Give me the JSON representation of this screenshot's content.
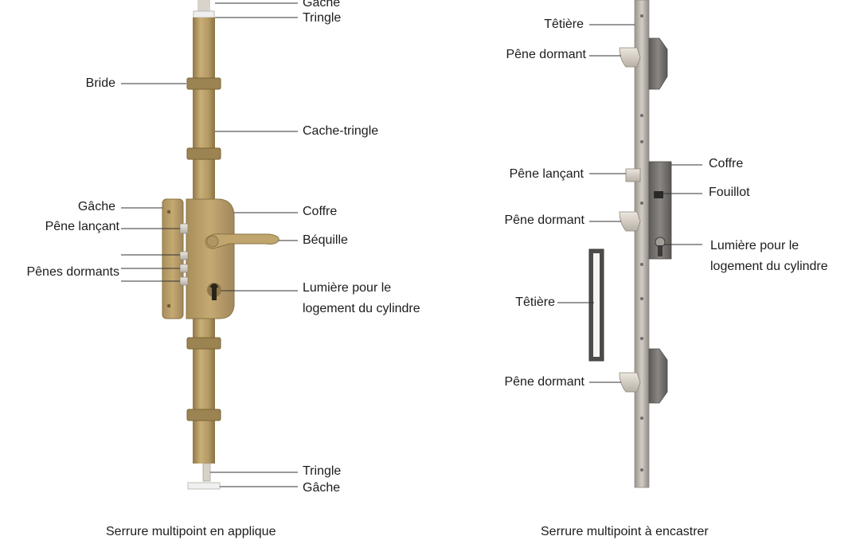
{
  "left_panel": {
    "caption": "Serrure multipoint en applique",
    "labels": {
      "gache_top": "Gâche",
      "tringle_top": "Tringle",
      "bride": "Bride",
      "cache_tringle": "Cache-tringle",
      "gache_side": "Gâche",
      "pene_lancant": "Pêne lançant",
      "penes_dormants": "Pênes dormants",
      "coffre": "Coffre",
      "bequille": "Béquille",
      "lumiere_line1": "Lumière pour le",
      "lumiere_line2": "logement du cylindre",
      "tringle_bottom": "Tringle",
      "gache_bottom": "Gâche"
    }
  },
  "right_panel": {
    "caption": "Serrure multipoint à encastrer",
    "labels": {
      "tetiere_top": "Têtière",
      "pene_dormant_top": "Pêne dormant",
      "pene_lancant": "Pêne lançant",
      "pene_dormant_mid": "Pêne dormant",
      "tetiere_mid": "Têtière",
      "pene_dormant_bottom": "Pêne dormant",
      "coffre": "Coffre",
      "fouillot": "Fouillot",
      "lumiere_line1": "Lumière pour le",
      "lumiere_line2": "logement du cylindre"
    }
  },
  "colors": {
    "bronze": "#b59a63",
    "bronze_dark": "#8c7444",
    "steel": "#b8b3ad",
    "steel_dark": "#6f6b68",
    "leader_line": "#333333"
  }
}
